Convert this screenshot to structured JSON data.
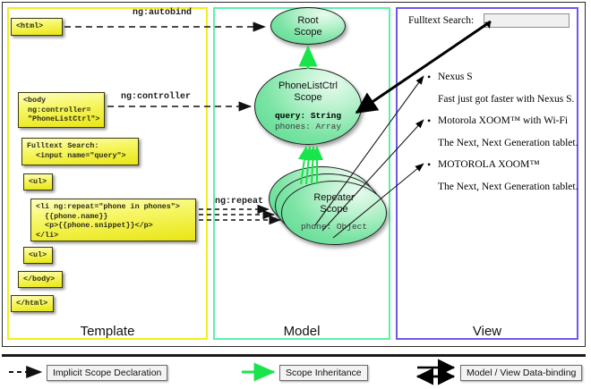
{
  "diagram": {
    "title": "AngularJS Template / Model / View scope diagram",
    "colors": {
      "template_border": "#f2ee1f",
      "model_border": "#5ef0a8",
      "view_border": "#6a5ae8",
      "code_box_fill": "#eded2a",
      "scope_fill": "#7ce4a5",
      "inheritance_arrow": "#18e54a",
      "declaration_arrow": "#111111",
      "databinding_arrow": "#000000"
    }
  },
  "columns": {
    "template": {
      "label": "Template"
    },
    "model": {
      "label": "Model"
    },
    "view": {
      "label": "View"
    }
  },
  "template": {
    "boxes": [
      {
        "name": "html-open-tag",
        "text": "<html>"
      },
      {
        "name": "body-tag",
        "text": "<body\n ng:controller=\n \"PhoneListCtrl\">"
      },
      {
        "name": "fulltext-search-input-markup",
        "text": "Fulltext Search:\n  <input name=\"query\">"
      },
      {
        "name": "ul-open-tag",
        "text": "<ul>"
      },
      {
        "name": "li-repeat-markup",
        "text": "<li ng:repeat=\"phone in phones\">\n  {{phone.name}}\n  <p>{{phone.snippet}}</p>\n</li>"
      },
      {
        "name": "ul-close-tag",
        "text": "<ul>"
      },
      {
        "name": "body-close-tag",
        "text": "</body>"
      },
      {
        "name": "html-close-tag",
        "text": "</html>"
      }
    ]
  },
  "connectors": {
    "autobind": "ng:autobind",
    "controller": "ng:controller",
    "repeat": "ng:repeat"
  },
  "model": {
    "scopes": [
      {
        "name": "root-scope",
        "title": "Root\nScope",
        "title_line1": "Root",
        "title_line2": "Scope",
        "properties": []
      },
      {
        "name": "phonelistctrl-scope",
        "title_line1": "PhoneListCtrl",
        "title_line2": "Scope",
        "properties": [
          {
            "key": "query:",
            "type": "String",
            "bold": true
          },
          {
            "key": "phones:",
            "type": "Array",
            "bold": false
          }
        ],
        "prop_line1": "query: String",
        "prop_line2": "phones: Array"
      },
      {
        "name": "repeater-scope",
        "title_line1": "Repeater",
        "title_line2": "Scope",
        "prop_line1": "phone: Object",
        "stack_count": 3
      }
    ]
  },
  "view": {
    "search_label": "Fulltext Search:",
    "search_value": "",
    "items": [
      {
        "name": "Nexus S",
        "snippet": "Fast just got faster with Nexus S."
      },
      {
        "name": "Motorola XOOM™  with Wi-Fi",
        "snippet": "The Next, Next Generation tablet."
      },
      {
        "name": "MOTOROLA XOOM™",
        "snippet": "The Next, Next Generation tablet."
      }
    ],
    "bullet_glyph": "•"
  },
  "legend": [
    {
      "name": "implicit-scope-declaration",
      "label": "Implicit Scope Declaration",
      "style": "dashed-arrow",
      "color": "#111111"
    },
    {
      "name": "scope-inheritance",
      "label": "Scope Inheritance",
      "style": "solid-green-arrow",
      "color": "#18e54a"
    },
    {
      "name": "model-view-data-binding",
      "label": "Model / View Data-binding",
      "style": "double-arrow",
      "color": "#000000"
    }
  ]
}
